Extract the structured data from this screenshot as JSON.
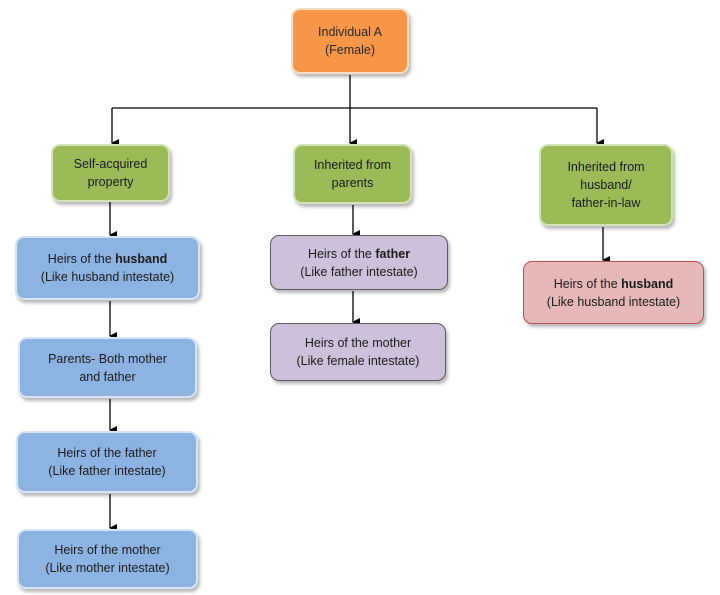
{
  "nodes": {
    "root": {
      "line1": "Individual A",
      "line2": "(Female)"
    },
    "branch_self": {
      "line1": "Self-acquired",
      "line2": "property"
    },
    "branch_parents": {
      "line1": "Inherited from",
      "line2": "parents"
    },
    "branch_husband": {
      "line1": "Inherited from",
      "line2": "husband/",
      "line3": "father-in-law"
    },
    "self_1": {
      "prefix": "Heirs of the ",
      "bold": "husband",
      "line2": "(Like husband intestate)"
    },
    "self_2": {
      "line1": "Parents- Both mother",
      "line2": "and father"
    },
    "self_3": {
      "line1": "Heirs of the father",
      "line2": "(Like father intestate)"
    },
    "self_4": {
      "line1": "Heirs of the mother",
      "line2": "(Like mother intestate)"
    },
    "parents_1": {
      "prefix": "Heirs of the ",
      "bold": "father",
      "line2": "(Like father intestate)"
    },
    "parents_2": {
      "line1": "Heirs of the mother",
      "line2": "(Like female intestate)"
    },
    "husband_1": {
      "prefix": "Heirs of the ",
      "bold": "husband",
      "line2": "(Like husband intestate)"
    }
  },
  "colors": {
    "root": "#f79646",
    "branch": "#9bbb59",
    "self_acquired_heirs": "#8db3e2",
    "parents_heirs": "#ccc0da",
    "husband_heirs": "#e6b9b8",
    "connector": "#000000"
  },
  "edges": [
    [
      "root",
      "branch_self"
    ],
    [
      "root",
      "branch_parents"
    ],
    [
      "root",
      "branch_husband"
    ],
    [
      "branch_self",
      "self_1"
    ],
    [
      "self_1",
      "self_2"
    ],
    [
      "self_2",
      "self_3"
    ],
    [
      "self_3",
      "self_4"
    ],
    [
      "branch_parents",
      "parents_1"
    ],
    [
      "parents_1",
      "parents_2"
    ],
    [
      "branch_husband",
      "husband_1"
    ]
  ]
}
